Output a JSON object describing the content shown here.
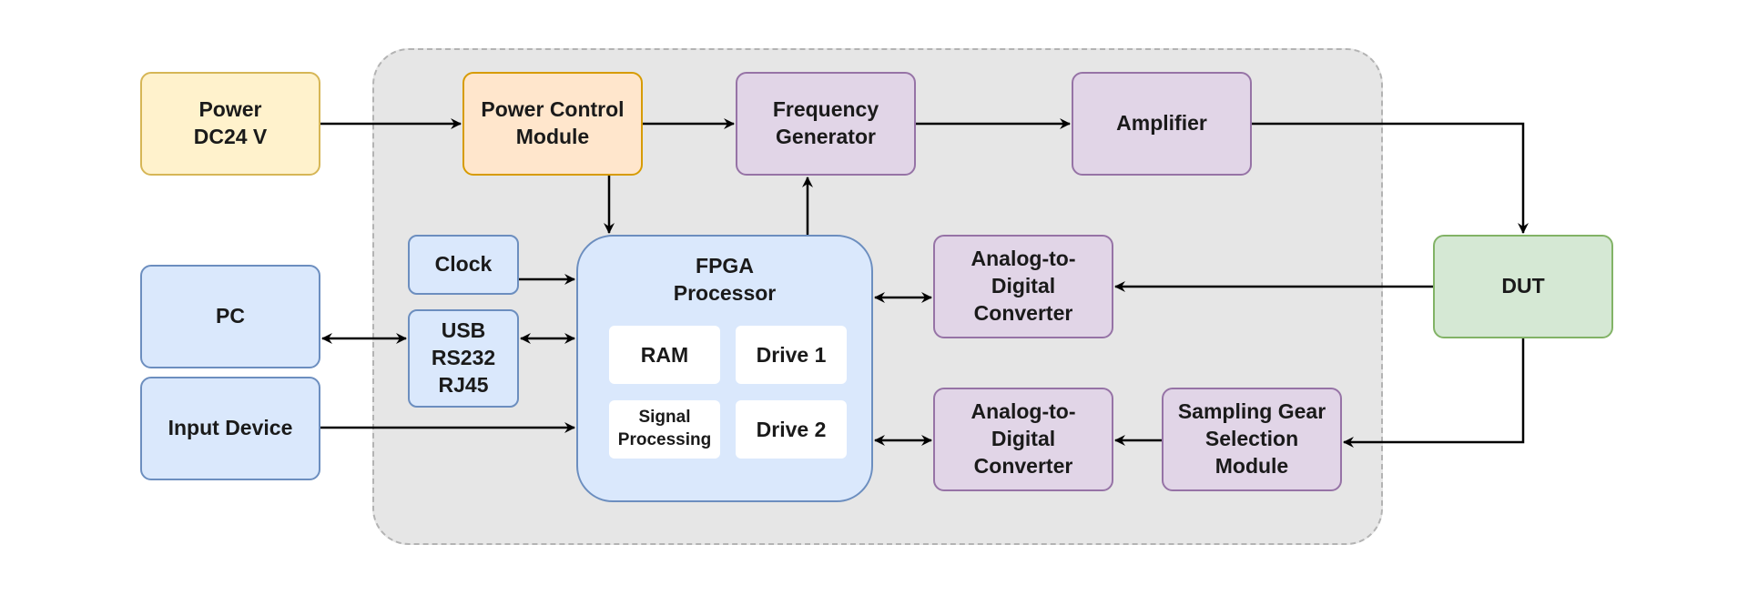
{
  "nodes": {
    "power": "Power\nDC24 V",
    "power_control": "Power Control\nModule",
    "freq_gen": "Frequency\nGenerator",
    "amplifier": "Amplifier",
    "clock": "Clock",
    "pc": "PC",
    "usb": "USB\nRS232\nRJ45",
    "input_device": "Input Device",
    "fpga": "FPGA\nProcessor",
    "ram": "RAM",
    "drive1": "Drive 1",
    "signal_processing": "Signal\nProcessing",
    "drive2": "Drive 2",
    "adc_top": "Analog-to-\nDigital\nConverter",
    "adc_bottom": "Analog-to-\nDigital\nConverter",
    "dut": "DUT",
    "sampling_gear": "Sampling Gear\nSelection\nModule"
  },
  "colors": {
    "yellow_fill": "#fff2cc",
    "orange_fill": "#ffe6cc",
    "purple_fill": "#e1d5e7",
    "blue_fill": "#dae8fc",
    "green_fill": "#d5e8d4",
    "region_fill": "#e6e6e6"
  }
}
